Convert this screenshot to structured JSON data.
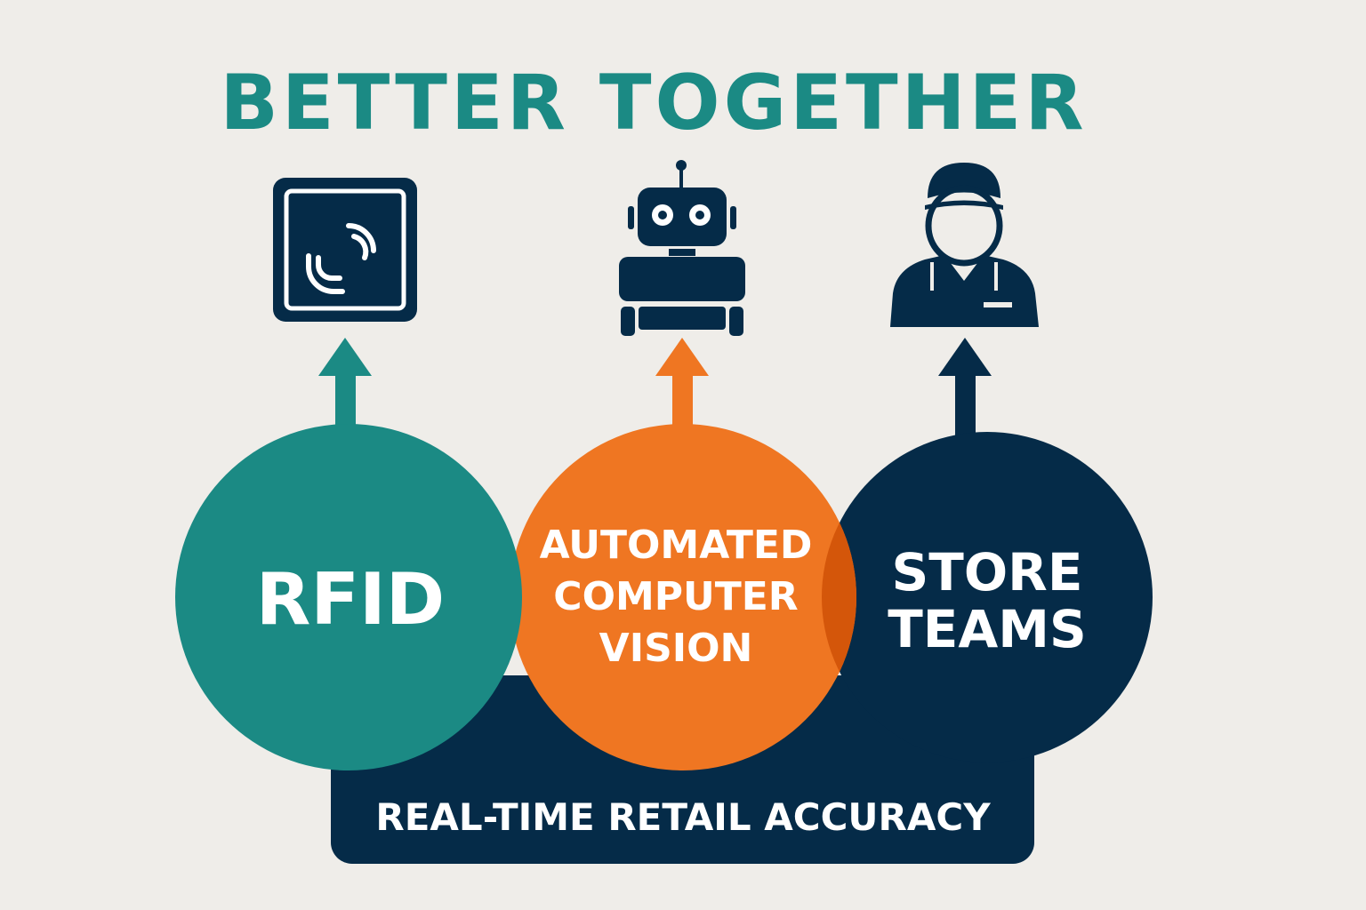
{
  "title": "BETTER TOGETHER",
  "circles": {
    "rfid": {
      "label": "RFID",
      "icon": "rfid-tag-icon"
    },
    "vision": {
      "lines": [
        "AUTOMATED",
        "COMPUTER",
        "VISION"
      ],
      "icon": "robot-icon"
    },
    "teams": {
      "lines": [
        "STORE",
        "TEAMS"
      ],
      "icon": "store-worker-icon"
    }
  },
  "banner": {
    "label": "REAL-TIME RETAIL ACCURACY"
  },
  "colors": {
    "teal": "#1b8a84",
    "orange": "#ef7622",
    "navy": "#052b48",
    "overlap": "#d4560a",
    "background": "#efede9"
  }
}
